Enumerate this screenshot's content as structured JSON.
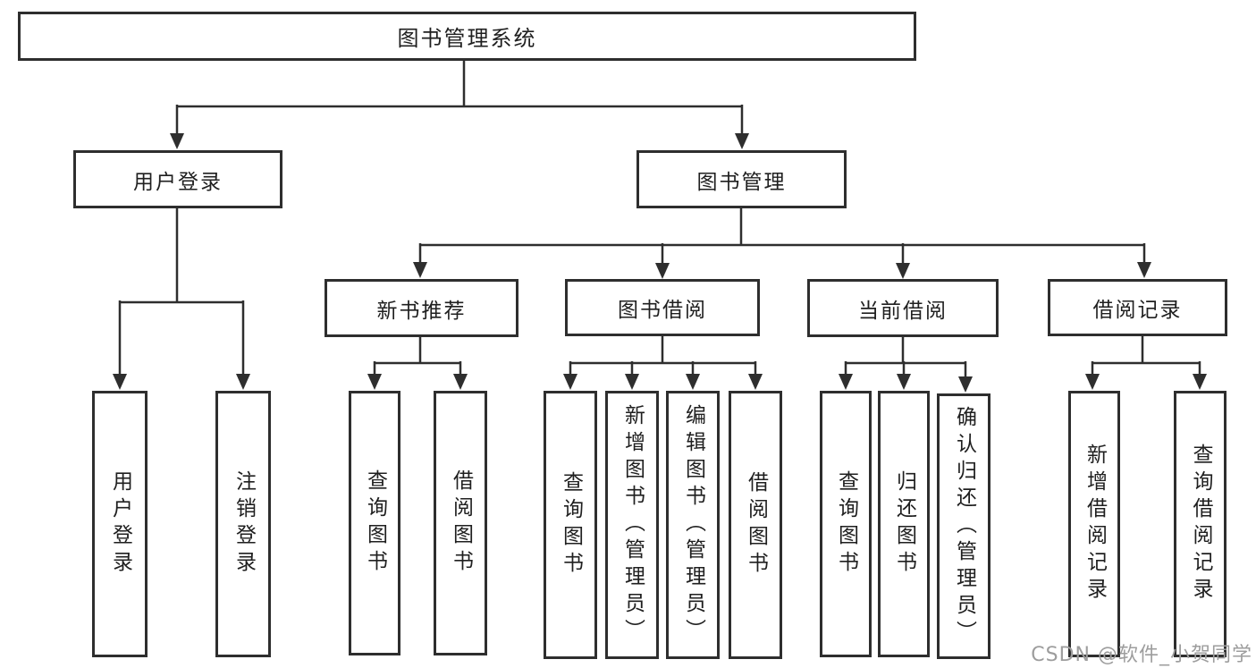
{
  "tree": {
    "root": {
      "label": "图书管理系统",
      "children": [
        {
          "label": "用户登录",
          "children": [
            {
              "label": "用户登录"
            },
            {
              "label": "注销登录"
            }
          ]
        },
        {
          "label": "图书管理",
          "children": [
            {
              "label": "新书推荐",
              "children": [
                {
                  "label": "查询图书"
                },
                {
                  "label": "借阅图书"
                }
              ]
            },
            {
              "label": "图书借阅",
              "children": [
                {
                  "label": "查询图书"
                },
                {
                  "label": "新增图书（管理员）"
                },
                {
                  "label": "编辑图书（管理员）"
                },
                {
                  "label": "借阅图书"
                }
              ]
            },
            {
              "label": "当前借阅",
              "children": [
                {
                  "label": "查询图书"
                },
                {
                  "label": "归还图书"
                },
                {
                  "label": "确认归还（管理员）"
                }
              ]
            },
            {
              "label": "借阅记录",
              "children": [
                {
                  "label": "新增借阅记录"
                },
                {
                  "label": "查询借阅记录"
                }
              ]
            }
          ]
        }
      ]
    }
  },
  "watermark": {
    "text": "CSDN @软件_小贺同学",
    "color": "#9d9d9d"
  },
  "colors": {
    "line": "#2e2e2e",
    "box_border": "#2e2e2e",
    "text": "#1f1f1f",
    "background": "#ffffff"
  }
}
